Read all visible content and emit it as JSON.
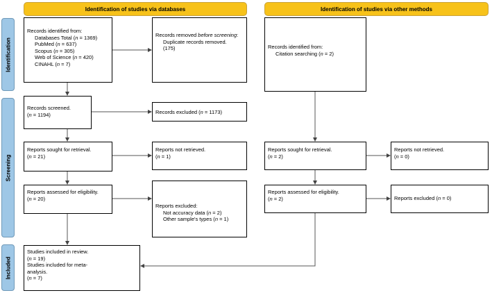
{
  "headers": {
    "databases": "Identification of studies via databases",
    "other": "Identification of studies via other methods"
  },
  "phases": {
    "identification": "Identification",
    "screening": "Screening",
    "included": "Included"
  },
  "db": {
    "identified": {
      "title": "Records identified from:",
      "items": [
        {
          "label": "Databases Total",
          "n": "1369"
        },
        {
          "label": "PubMed",
          "n": "637"
        },
        {
          "label": "Scopus",
          "n": "305"
        },
        {
          "label": "Web of Science",
          "n": "420"
        },
        {
          "label": "CINAHL",
          "n": "7"
        }
      ]
    },
    "removed": {
      "title_pre": "Records removed ",
      "title_em": "before screening",
      "title_post": ":",
      "item": "Duplicate records removed.",
      "n": "175"
    },
    "screened": {
      "label": "Records screened.",
      "n": "1194"
    },
    "excluded": {
      "label": "Records excluded",
      "n": "1173"
    },
    "sought": {
      "label": "Reports sought for retrieval.",
      "n": "21"
    },
    "not_retrieved": {
      "label": "Reports not retrieved.",
      "n": "1"
    },
    "assessed": {
      "label": "Reports assessed for eligibility.",
      "n": "20"
    },
    "reports_excluded": {
      "title": "Reports excluded:",
      "items": [
        {
          "label": "Not accuracy data",
          "n": "2"
        },
        {
          "label": "Other sample's types",
          "n": "1"
        }
      ]
    },
    "included": {
      "review_label": "Studies included in review.",
      "review_n": "19",
      "meta_label": "Studies included for meta-analysis.",
      "meta_n": "7"
    }
  },
  "other": {
    "identified": {
      "title": "Records identified from:",
      "item": "Citation searching",
      "n": "2"
    },
    "sought": {
      "label": "Reports sought for retrieval.",
      "n": "2"
    },
    "not_retrieved": {
      "label": "Reports not retrieved.",
      "n": "0"
    },
    "assessed": {
      "label": "Reports assessed for eligibility.",
      "n": "2"
    },
    "excluded": {
      "label": "Reports excluded",
      "n": "0"
    }
  }
}
